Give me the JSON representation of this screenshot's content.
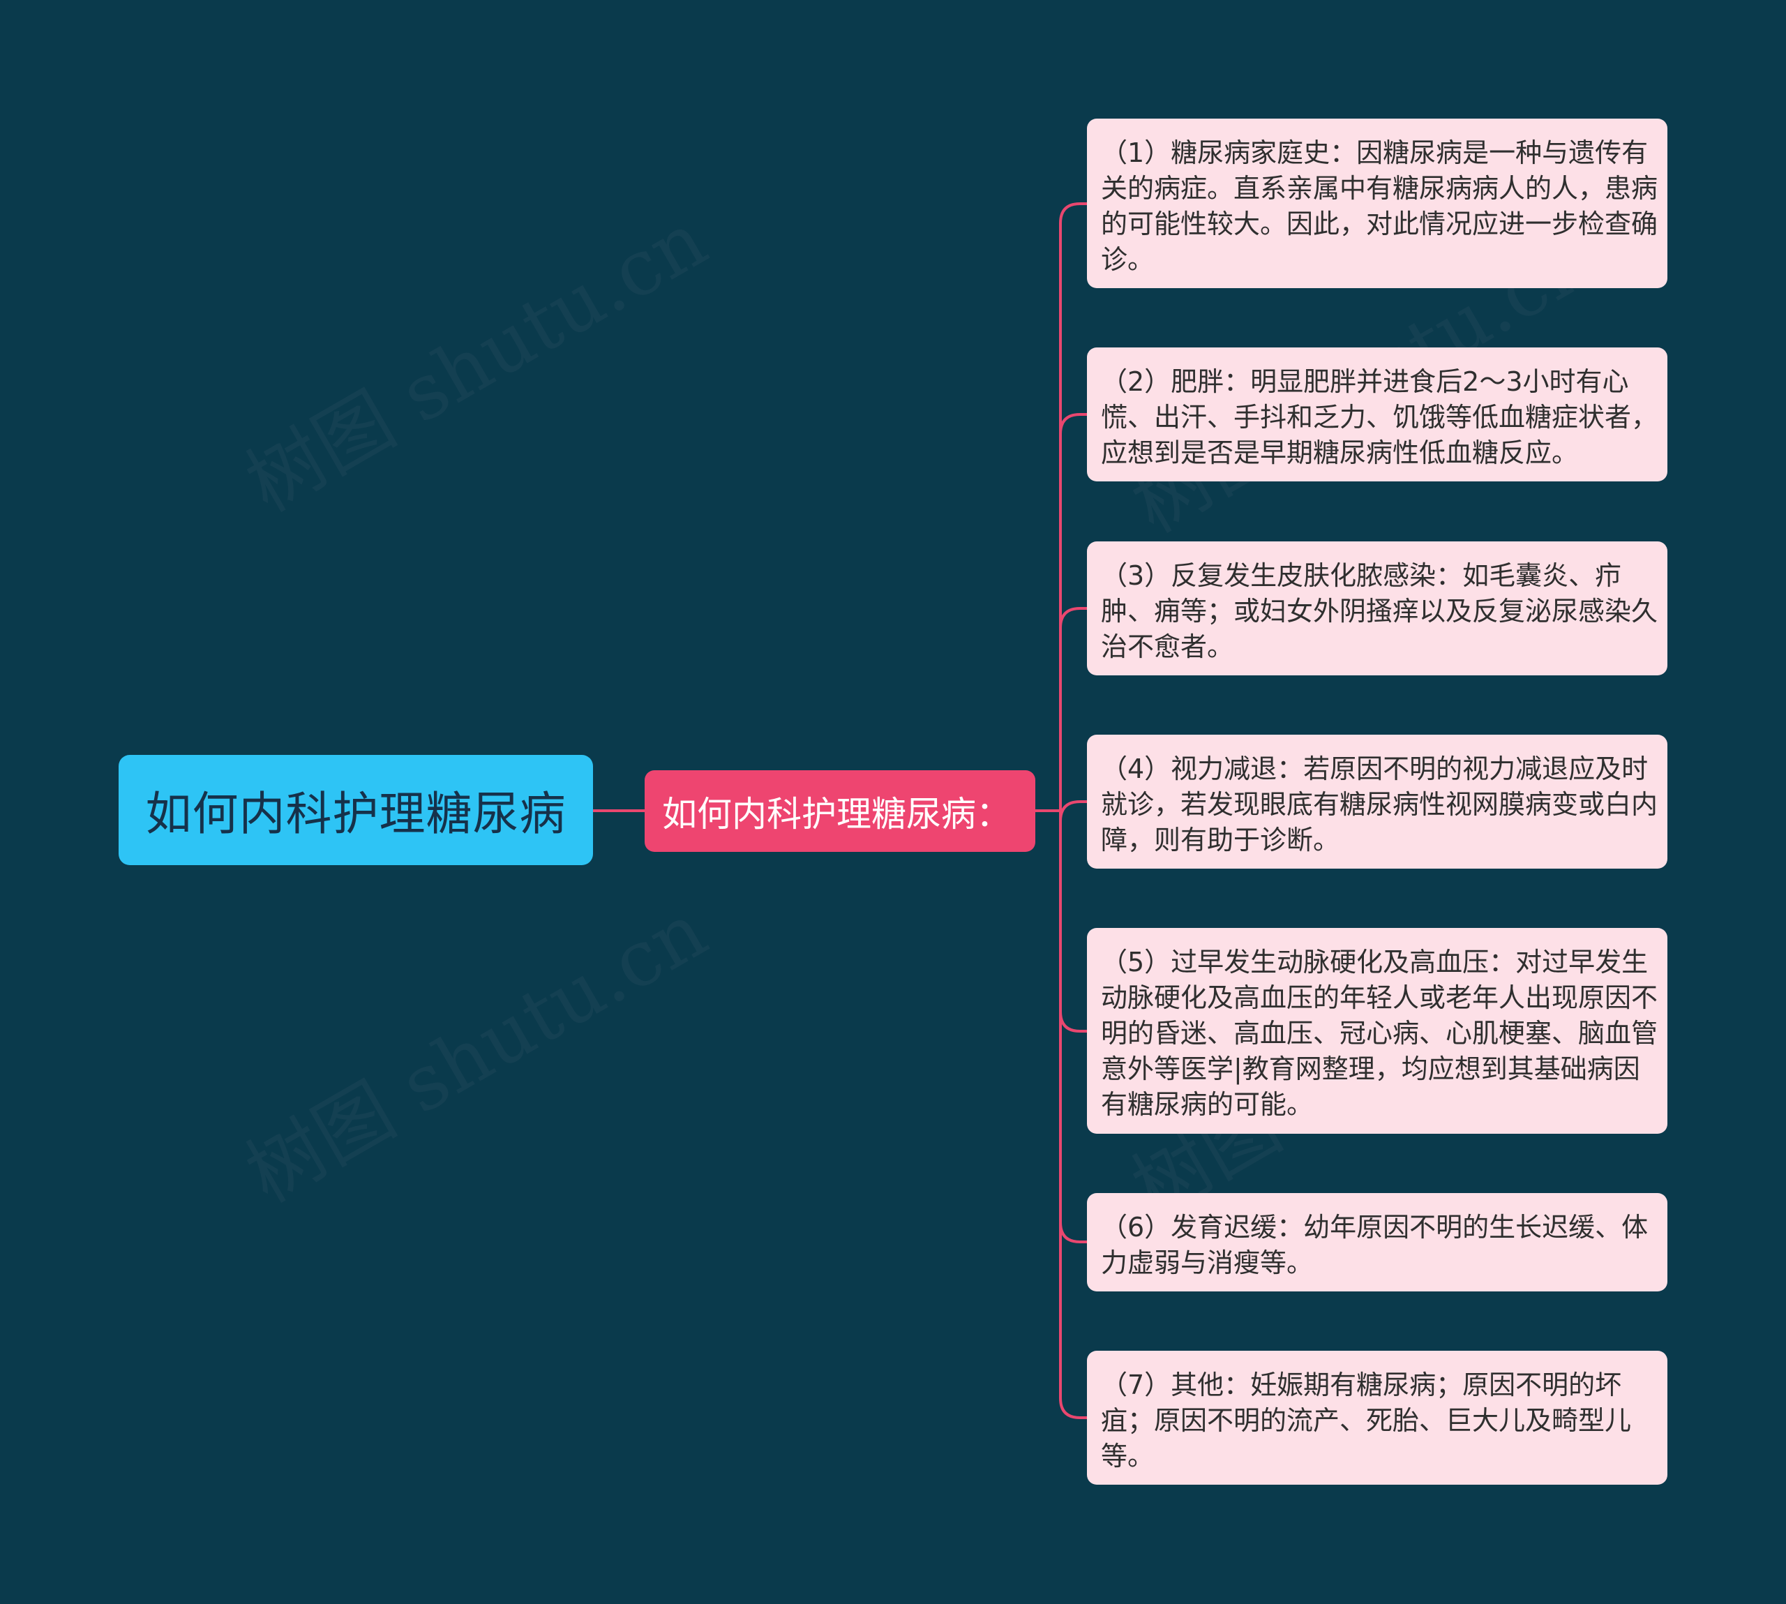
{
  "colors": {
    "background": "#0a3a4c",
    "root_fill": "#2ec4f5",
    "branch_fill": "#ee4570",
    "leaf_fill": "#fde0e7",
    "connector": "#e9476f"
  },
  "root": {
    "label": "如何内科护理糖尿病"
  },
  "branch": {
    "label": "如何内科护理糖尿病："
  },
  "leaves": [
    {
      "text": "（1）糖尿病家庭史：因糖尿病是一种与遗传有关的病症。直系亲属中有糖尿病病人的人，患病的可能性较大。因此，对此情况应进一步检查确诊。"
    },
    {
      "text": "（2）肥胖：明显肥胖并进食后2～3小时有心慌、出汗、手抖和乏力、饥饿等低血糖症状者，应想到是否是早期糖尿病性低血糖反应。"
    },
    {
      "text": "（3）反复发生皮肤化脓感染：如毛囊炎、疖肿、痈等；或妇女外阴搔痒以及反复泌尿感染久治不愈者。"
    },
    {
      "text": "（4）视力减退：若原因不明的视力减退应及时就诊，若发现眼底有糖尿病性视网膜病变或白内障，则有助于诊断。"
    },
    {
      "text": "（5）过早发生动脉硬化及高血压：对过早发生动脉硬化及高血压的年轻人或老年人出现原因不明的昏迷、高血压、冠心病、心肌梗塞、脑血管意外等医学|教育网整理，均应想到其基础病因有糖尿病的可能。"
    },
    {
      "text": "（6）发育迟缓：幼年原因不明的生长迟缓、体力虚弱与消瘦等。"
    },
    {
      "text": "（7）其他：妊娠期有糖尿病；原因不明的坏疽；原因不明的流产、死胎、巨大儿及畸型儿等。"
    }
  ],
  "watermarks": [
    "树图 shutu.cn",
    "树图 shutu.cn",
    "树图 shutu.cn",
    "树图 shutu.cn"
  ]
}
